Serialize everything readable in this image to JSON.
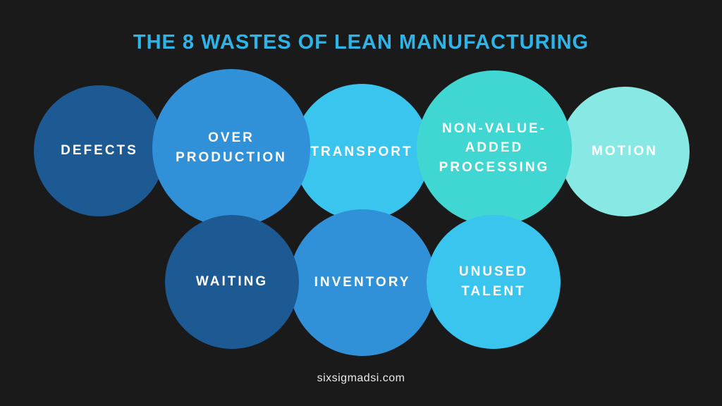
{
  "title": "THE 8 WASTES OF LEAN MANUFACTURING",
  "footer": "sixsigmadsi.com",
  "colors": {
    "background": "#1a1a1a",
    "title_accent": "#2db4e9",
    "label_text": "#ffffff",
    "dark_blue": "#1d5a94",
    "medium_blue": "#3090d8",
    "sky_blue": "#3ac5ee",
    "teal": "#40d6d1",
    "light_aqua": "#88e9e4"
  },
  "circles": [
    {
      "id": "defects",
      "label": "DEFECTS",
      "color": "#1d5a94"
    },
    {
      "id": "over-production",
      "label": "OVER\nPRODUCTION",
      "color": "#3090d8"
    },
    {
      "id": "transport",
      "label": "TRANSPORT",
      "color": "#3ac5ee"
    },
    {
      "id": "non-value-added-processing",
      "label": "NON-VALUE-\nADDED\nPROCESSING",
      "color": "#40d6d1"
    },
    {
      "id": "motion",
      "label": "MOTION",
      "color": "#88e9e4"
    },
    {
      "id": "waiting",
      "label": "WAITING",
      "color": "#1d5a94"
    },
    {
      "id": "inventory",
      "label": "INVENTORY",
      "color": "#3090d8"
    },
    {
      "id": "unused-talent",
      "label": "UNUSED\nTALENT",
      "color": "#3ac5ee"
    }
  ]
}
